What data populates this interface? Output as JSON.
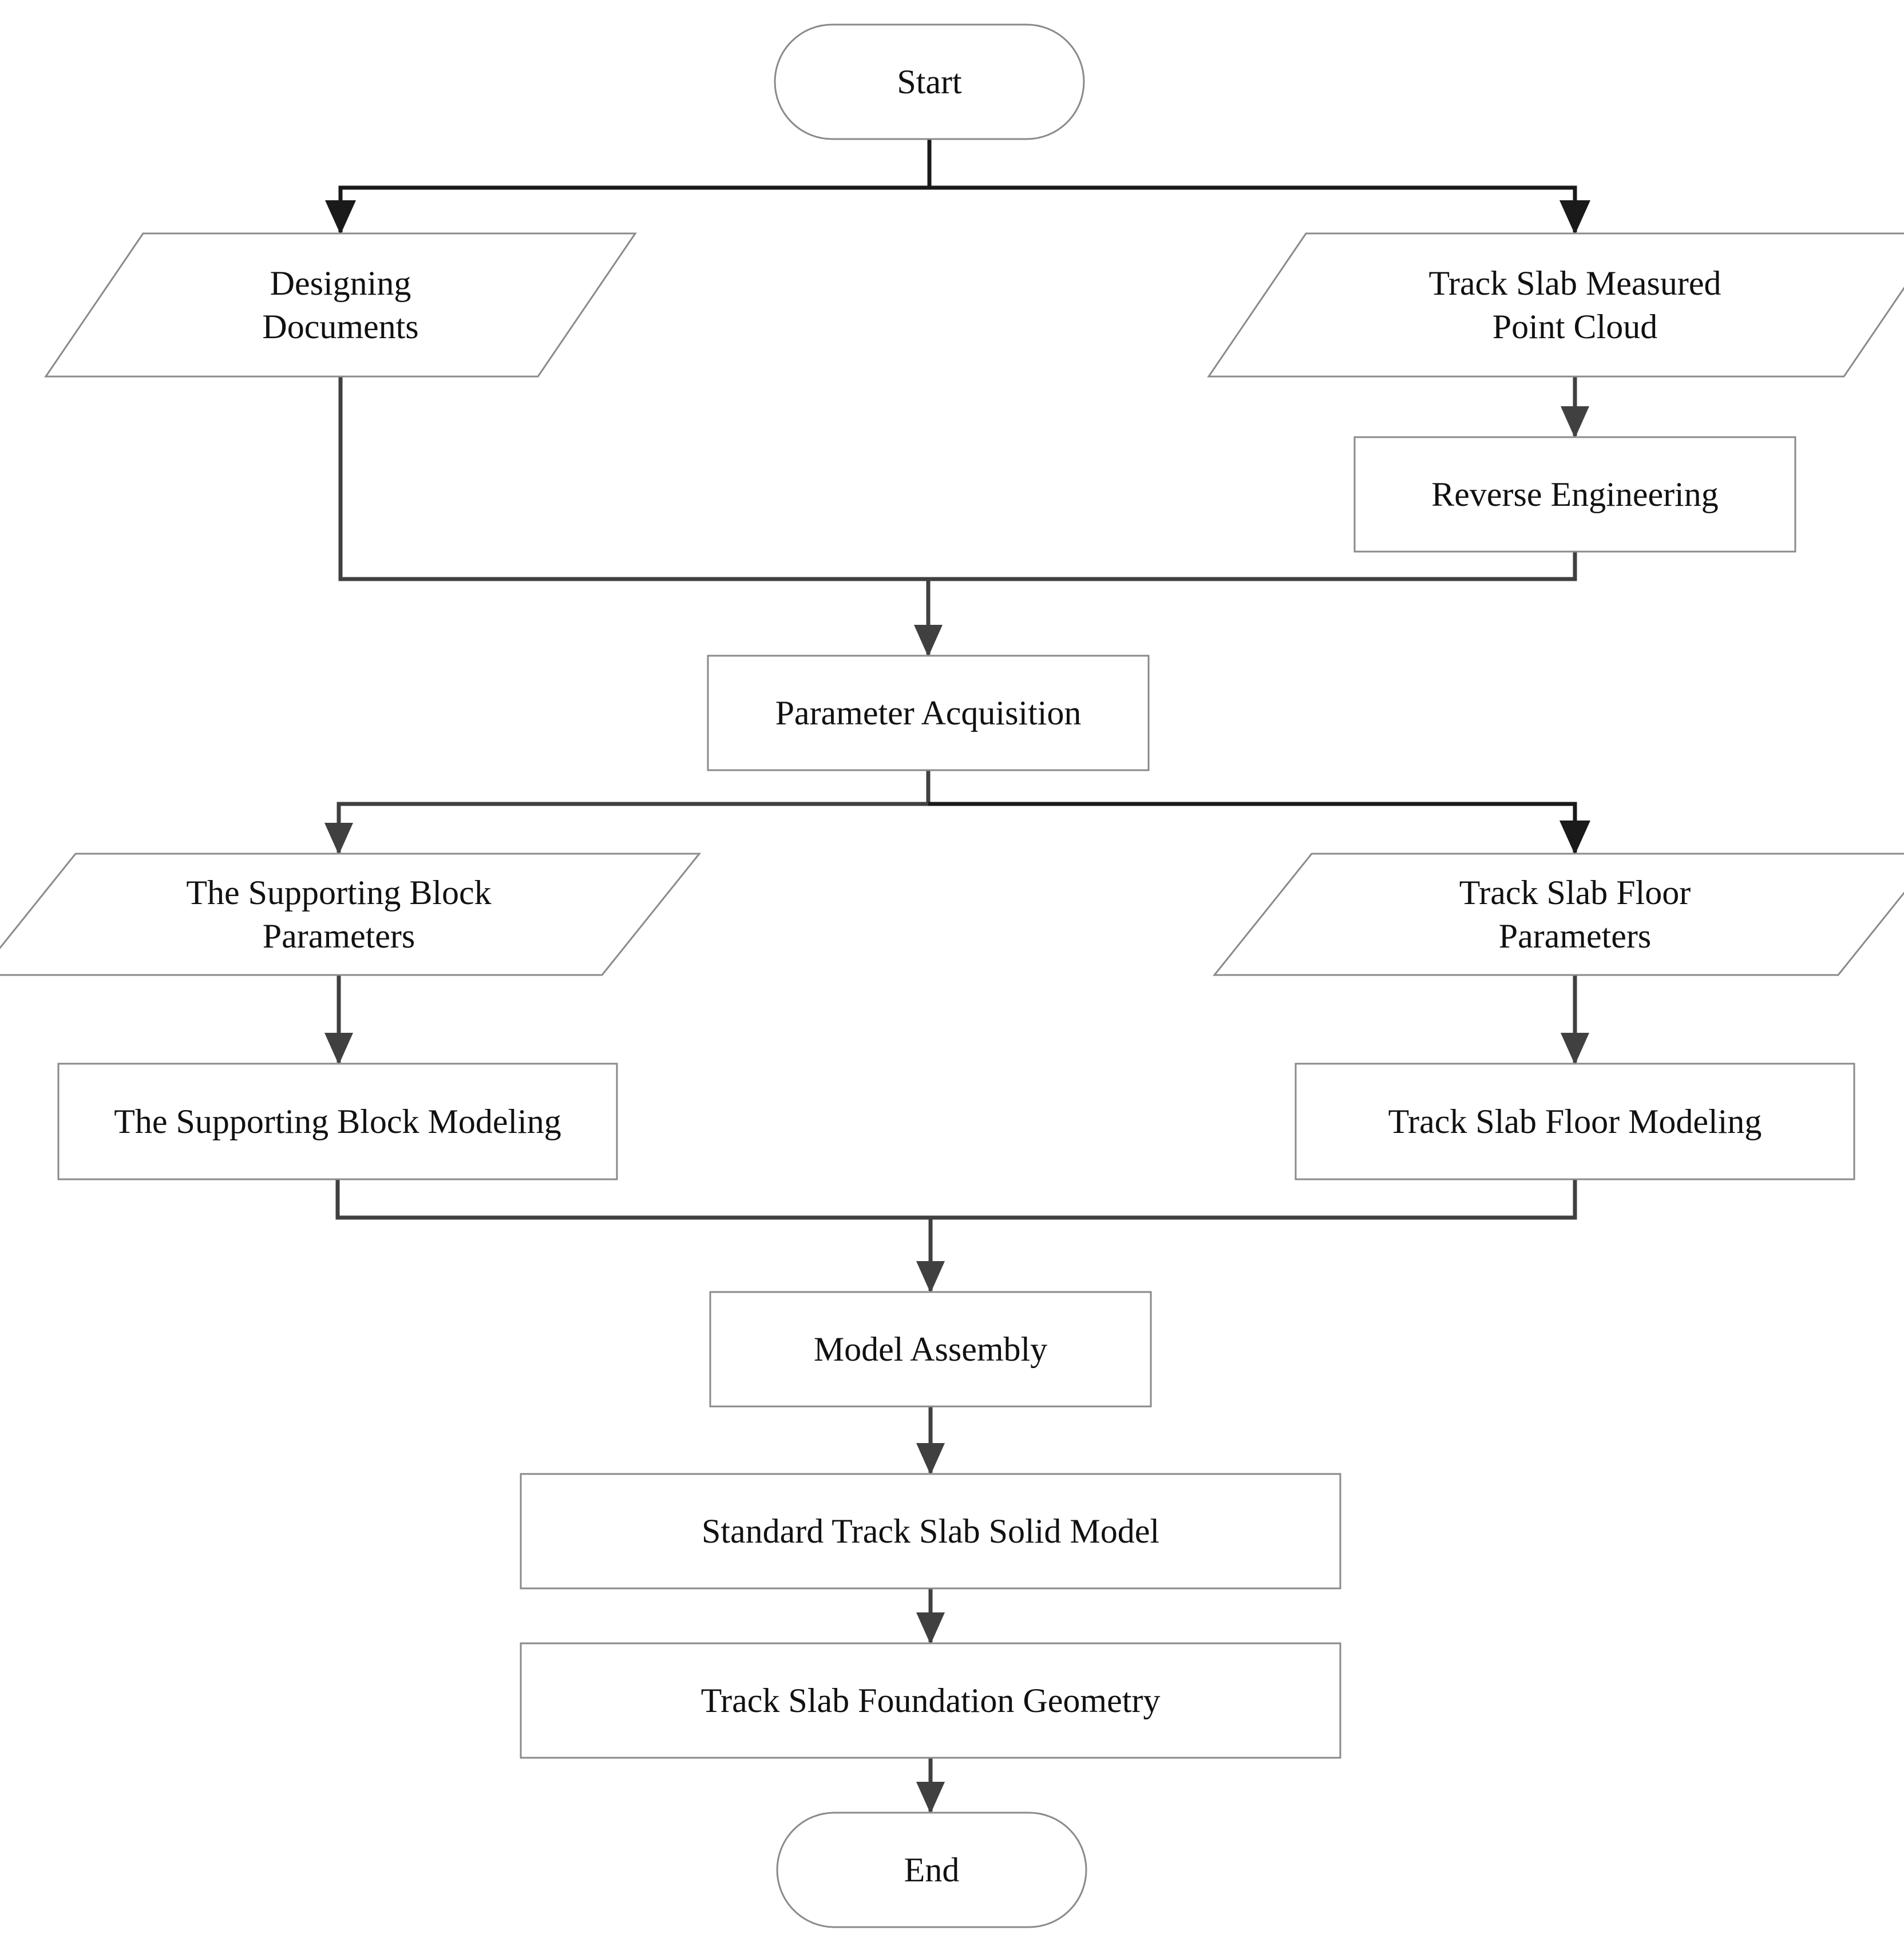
{
  "diagram": {
    "nodes": {
      "start": [
        "Start"
      ],
      "designing_documents": [
        "Designing",
        "Documents"
      ],
      "measured_point_cloud": [
        "Track Slab Measured",
        "Point Cloud"
      ],
      "reverse_engineering": [
        "Reverse Engineering"
      ],
      "parameter_acquisition": [
        "Parameter Acquisition"
      ],
      "supporting_block_parameters": [
        "The Supporting Block",
        "Parameters"
      ],
      "floor_parameters": [
        "Track Slab Floor",
        "Parameters"
      ],
      "supporting_block_modeling": [
        "The Supporting Block Modeling"
      ],
      "floor_modeling": [
        "Track Slab Floor Modeling"
      ],
      "model_assembly": [
        "Model Assembly"
      ],
      "standard_solid_model": [
        "Standard Track Slab Solid Model"
      ],
      "foundation_geometry": [
        "Track Slab Foundation Geometry"
      ],
      "end": [
        "End"
      ]
    },
    "edges": [
      [
        "start",
        "designing_documents"
      ],
      [
        "start",
        "measured_point_cloud"
      ],
      [
        "measured_point_cloud",
        "reverse_engineering"
      ],
      [
        "designing_documents",
        "parameter_acquisition"
      ],
      [
        "reverse_engineering",
        "parameter_acquisition"
      ],
      [
        "parameter_acquisition",
        "supporting_block_parameters"
      ],
      [
        "parameter_acquisition",
        "floor_parameters"
      ],
      [
        "supporting_block_parameters",
        "supporting_block_modeling"
      ],
      [
        "floor_parameters",
        "floor_modeling"
      ],
      [
        "supporting_block_modeling",
        "model_assembly"
      ],
      [
        "floor_modeling",
        "model_assembly"
      ],
      [
        "model_assembly",
        "standard_solid_model"
      ],
      [
        "standard_solid_model",
        "foundation_geometry"
      ],
      [
        "foundation_geometry",
        "end"
      ]
    ],
    "colors": {
      "outline": "#8a8a8a",
      "connector": "#404040",
      "text": "#111111",
      "background": "#ffffff"
    }
  }
}
